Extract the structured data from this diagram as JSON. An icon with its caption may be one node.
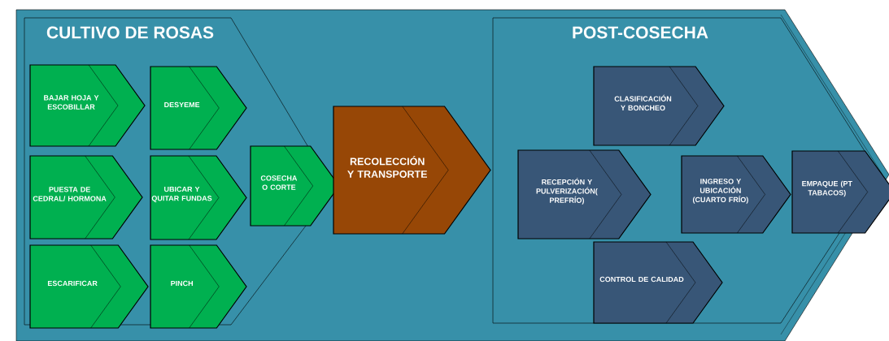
{
  "diagram": {
    "nodes": [
      {
        "text": [],
        "shape": "chevron"
      },
      {
        "text": [
          "CULTIVO DE ROSAS"
        ],
        "in": 0
      },
      {
        "text": [
          "BAJAR HOJA Y ESCOBILLAR"
        ],
        "in": 1
      },
      {
        "text": [
          "DESYEME"
        ],
        "in": 1
      },
      {
        "text": [
          "PUESTA DE CEDRAL/ HORMONA"
        ],
        "in": 1
      },
      {
        "text": [
          "UBICAR Y QUITAR FUNDAS"
        ],
        "in": 1
      },
      {
        "text": [
          "ESCARIFICAR"
        ],
        "in": 1
      },
      {
        "text": [
          "PINCH"
        ],
        "in": 1
      },
      {
        "text": [
          "COSECHA O CORTE"
        ],
        "in": 1
      },
      {
        "text": [
          "RECOLECCIÓN Y TRANSPORTE"
        ],
        "in": 0
      },
      {
        "text": [
          "POST-COSECHA"
        ],
        "in": 0
      },
      {
        "text": [
          "CLASIFICACIÓN Y BONCHEO"
        ],
        "in": 10
      },
      {
        "text": [
          "RECEPCIÓN Y PULVERIZACIÓN( PREFRÍO)"
        ],
        "in": 10
      },
      {
        "text": [
          "INGRESO Y UBICACIÓN (CUARTO FRÍO)"
        ],
        "in": 10
      },
      {
        "text": [
          "EMPAQUE (PT TABACOS)"
        ],
        "in": 10
      },
      {
        "text": [
          "CONTROL DE CALIDAD"
        ],
        "in": 10
      }
    ]
  }
}
